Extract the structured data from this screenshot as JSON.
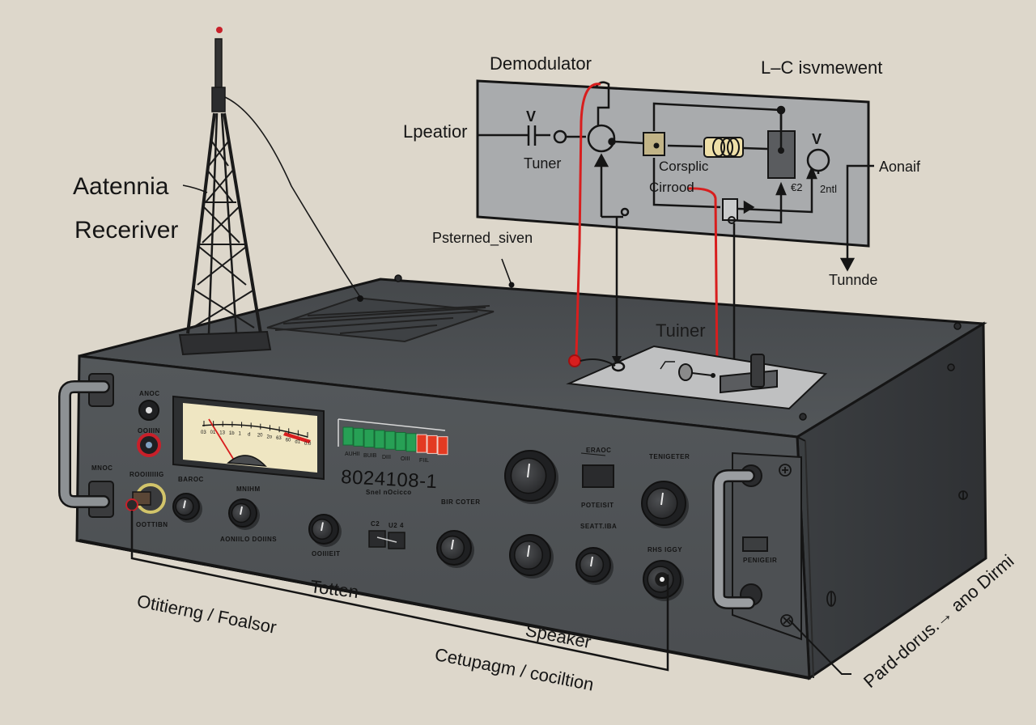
{
  "diagram": {
    "type": "illustrated-block-diagram",
    "subject": "radio receiver",
    "external_labels": {
      "antenna": "Aatennia",
      "receiver": "Receriver",
      "demodulator": "Demodulator",
      "lc_section": "L–C isvmewent",
      "left_input": "Lpeatior",
      "right_output": "Aonaif",
      "down_arrow_label": "Tunnde",
      "top_panel": "Psterned_siven",
      "top_tuner": "Tuiner",
      "bottom_left": "Otitierng / Foalsor",
      "bottom_center": "Totten",
      "speaker": "Speaker",
      "bottom_caption": "Cetupagm / cociltion",
      "side_caption": "Pard-dorus.→ ano Dirmi"
    },
    "schematic": {
      "tuner_label": "Tuner",
      "coupling_label": "Corsplic",
      "circuit_label": "Cirrood",
      "v_left": "V",
      "v_right": "V",
      "node_e2": "€2",
      "node_2ntl": "2ntl"
    },
    "front_panel": {
      "jack_labels": [
        "ANOC",
        "OOIIIN",
        "MNOC",
        "ROOIIIIIIG"
      ],
      "knob_labels": [
        "BAROC",
        "MNIHM",
        "OOIIIEIT",
        "AONIILO DOIINS",
        "BIR COTER",
        "POTEISIT",
        "SEATT.IBA",
        "TENIGETER",
        "RHS IGGY",
        "OOTTIBN"
      ],
      "switch_labels": [
        "ERAOC",
        "C2",
        "U2 4"
      ],
      "serial_number": "8024108-1",
      "serial_sub": "Snel nOcicco",
      "vu_meter": {
        "scale_marks": [
          "03",
          "01",
          "13",
          "1b",
          "1",
          "d",
          "20",
          "2o",
          "63",
          "60",
          "d1",
          "0.0"
        ],
        "needle_fraction": 0.08
      },
      "led_bar": {
        "segments_green": 7,
        "segments_red": 3,
        "labels": [
          "AUHII",
          "BUIB",
          "DIII",
          "OIII",
          "FIIL"
        ]
      },
      "side_panel_label": "PENIGEIR"
    },
    "colors": {
      "background": "#ddd7cb",
      "chassis": "#4a4d50",
      "chassis_dark": "#3a3c3f",
      "schematic_panel": "#a6a8aa",
      "meter_face": "#efe6c2",
      "signal_red": "#d81e1e",
      "led_green": "#27a055",
      "led_red": "#e33a22"
    }
  }
}
